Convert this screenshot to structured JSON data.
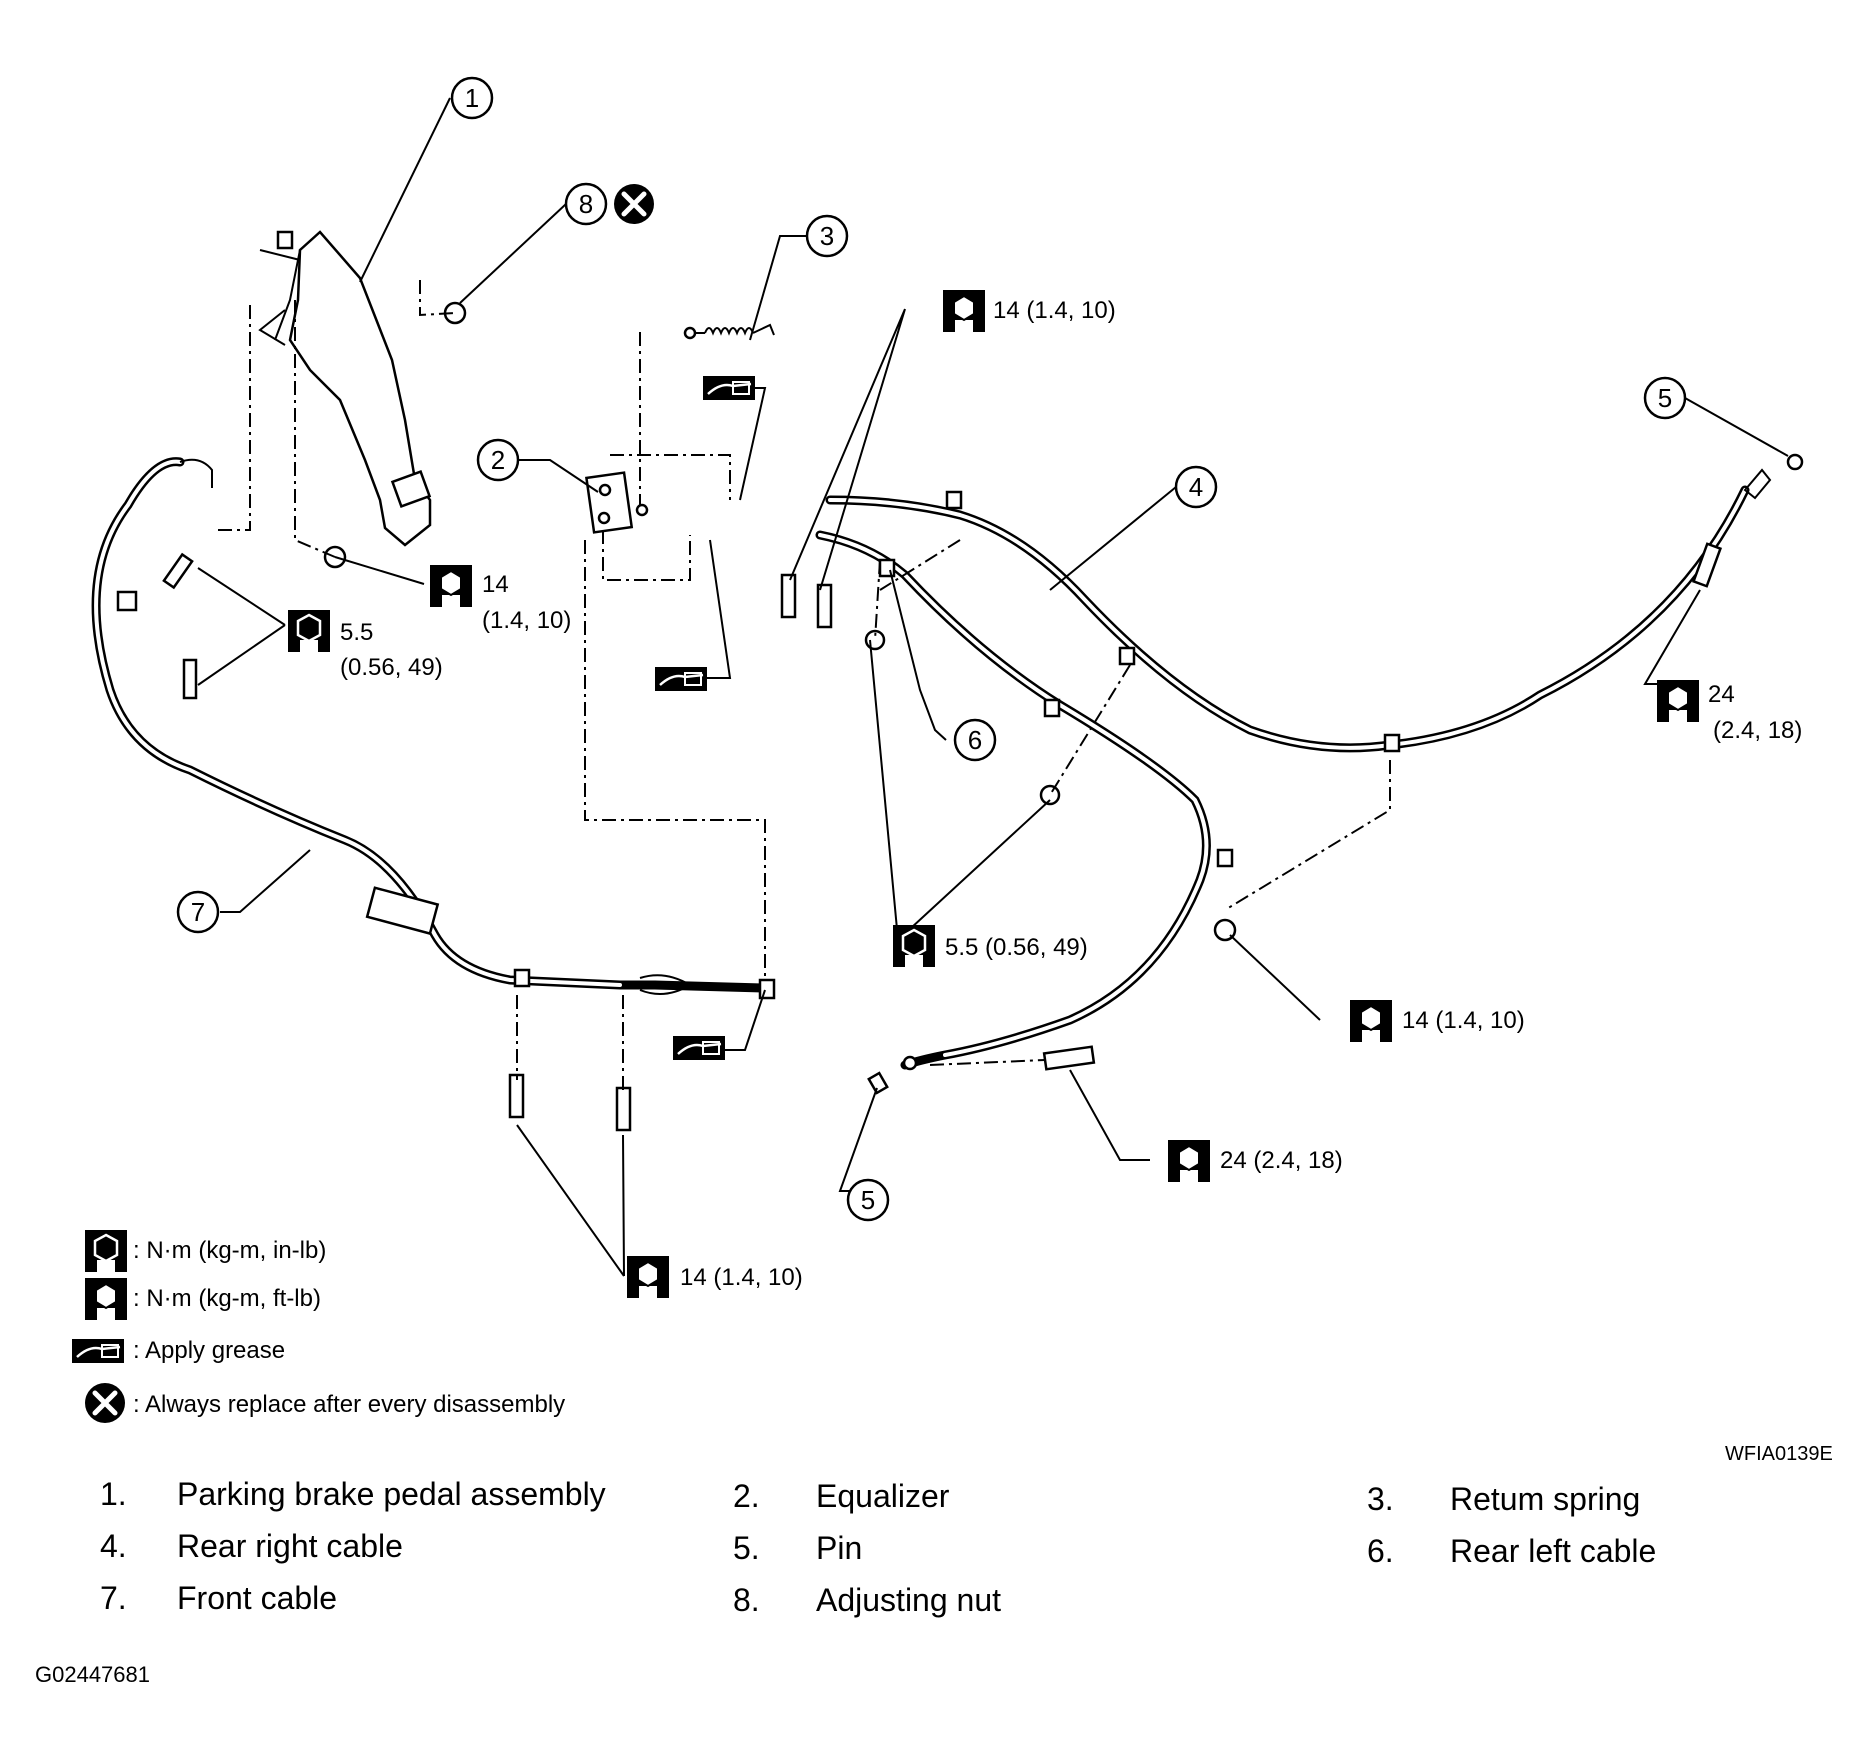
{
  "callouts": [
    {
      "id": "callout-1",
      "num": "1"
    },
    {
      "id": "callout-2",
      "num": "2"
    },
    {
      "id": "callout-3",
      "num": "3"
    },
    {
      "id": "callout-4",
      "num": "4"
    },
    {
      "id": "callout-5a",
      "num": "5"
    },
    {
      "id": "callout-5b",
      "num": "5"
    },
    {
      "id": "callout-6",
      "num": "6"
    },
    {
      "id": "callout-7",
      "num": "7"
    },
    {
      "id": "callout-8",
      "num": "8"
    }
  ],
  "torque": {
    "t_pedal_line1": "14",
    "t_pedal_line2": "(1.4, 10)",
    "t_front_inlb_line1": "5.5",
    "t_front_inlb_line2": "(0.56, 49)",
    "t_equalizer": "14 (1.4, 10)",
    "t_rear_bracket": "5.5 (0.56, 49)",
    "t_rear_nut": "14 (1.4, 10)",
    "t_right_line1": "24",
    "t_right_line2": "(2.4, 18)",
    "t_left_bolt": "24 (2.4, 18)",
    "t_front_bolts": "14 (1.4, 10)"
  },
  "legend": [
    {
      "symbol": "torque-inlb-icon",
      "text": ": N·m (kg-m, in-lb)"
    },
    {
      "symbol": "torque-ftlb-icon",
      "text": ": N·m (kg-m, ft-lb)"
    },
    {
      "symbol": "grease-icon",
      "text": ": Apply grease"
    },
    {
      "symbol": "replace-icon",
      "text": ": Always replace after every disassembly"
    }
  ],
  "figure_code": "WFIA0139E",
  "parts": [
    {
      "num": "1.",
      "name": "Parking brake pedal  assembly"
    },
    {
      "num": "2.",
      "name": "Equalizer"
    },
    {
      "num": "3.",
      "name": "Retum spring"
    },
    {
      "num": "4.",
      "name": "Rear right cable"
    },
    {
      "num": "5.",
      "name": "Pin"
    },
    {
      "num": "6.",
      "name": "Rear left cable"
    },
    {
      "num": "7.",
      "name": "Front cable"
    },
    {
      "num": "8.",
      "name": "Adjusting nut"
    }
  ],
  "image_id": "G02447681"
}
